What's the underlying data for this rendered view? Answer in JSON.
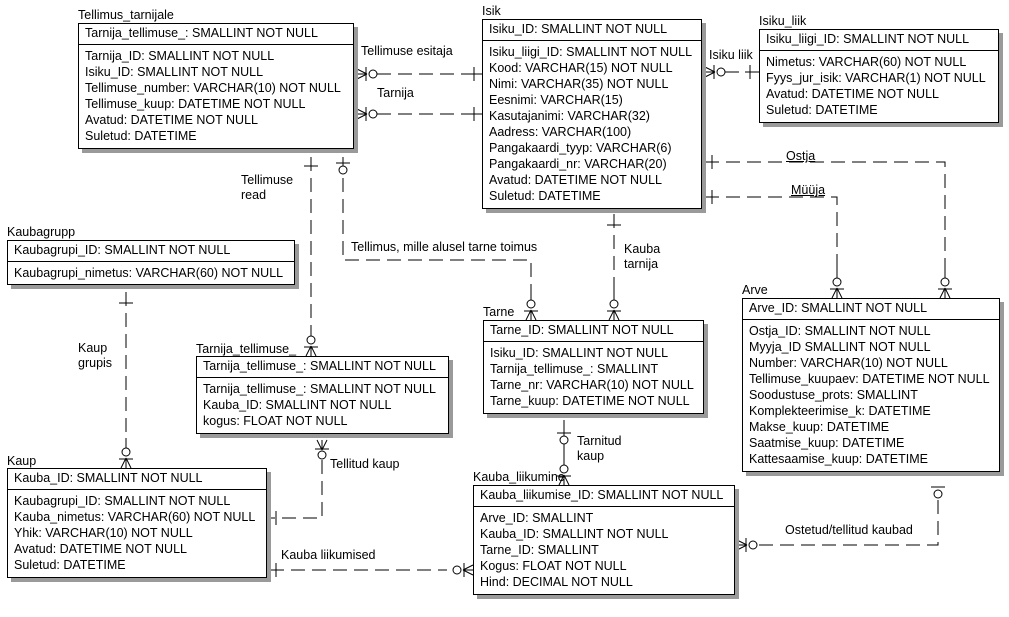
{
  "diagram_type": "Entity-Relationship diagram",
  "entities": {
    "tellimus_tarnijale": {
      "name": "Tellimus_tarnijale",
      "pk": "Tarnija_tellimuse_: SMALLINT NOT NULL",
      "attributes": [
        "Tarnija_ID: SMALLINT NOT NULL",
        "Isiku_ID: SMALLINT NOT NULL",
        "Tellimuse_number: VARCHAR(10) NOT NULL",
        "Tellimuse_kuup: DATETIME NOT NULL",
        "Avatud: DATETIME NOT NULL",
        "Suletud: DATETIME"
      ]
    },
    "isik": {
      "name": "Isik",
      "pk": "Isiku_ID: SMALLINT NOT NULL",
      "attributes": [
        "Isiku_liigi_ID: SMALLINT NOT NULL",
        "Kood: VARCHAR(15) NOT NULL",
        "Nimi: VARCHAR(35) NOT NULL",
        "Eesnimi: VARCHAR(15)",
        "Kasutajanimi: VARCHAR(32)",
        "Aadress: VARCHAR(100)",
        "Pangakaardi_tyyp: VARCHAR(6)",
        "Pangakaardi_nr: VARCHAR(20)",
        "Avatud: DATETIME NOT NULL",
        "Suletud: DATETIME"
      ]
    },
    "isiku_liik": {
      "name": "Isiku_liik",
      "pk": "Isiku_liigi_ID: SMALLINT NOT NULL",
      "attributes": [
        "Nimetus: VARCHAR(60) NOT NULL",
        "Fyys_jur_isik: VARCHAR(1) NOT NULL",
        "Avatud: DATETIME NOT NULL",
        "Suletud: DATETIME"
      ]
    },
    "kaubagrupp": {
      "name": "Kaubagrupp",
      "pk": "Kaubagrupi_ID: SMALLINT NOT NULL",
      "attributes": [
        "Kaubagrupi_nimetus: VARCHAR(60) NOT NULL"
      ]
    },
    "tarnija_tellimuse": {
      "name": "Tarnija_tellimuse_",
      "pk": "Tarnija_tellimuse_: SMALLINT NOT NULL",
      "attributes": [
        "Tarnija_tellimuse_: SMALLINT NOT NULL",
        "Kauba_ID: SMALLINT NOT NULL",
        "kogus: FLOAT NOT NULL"
      ]
    },
    "tarne": {
      "name": "Tarne",
      "pk": "Tarne_ID: SMALLINT NOT NULL",
      "attributes": [
        "Isiku_ID: SMALLINT NOT NULL",
        "Tarnija_tellimuse_: SMALLINT",
        "Tarne_nr: VARCHAR(10) NOT NULL",
        "Tarne_kuup: DATETIME NOT NULL"
      ]
    },
    "arve": {
      "name": "Arve",
      "pk": "Arve_ID: SMALLINT NOT NULL",
      "attributes": [
        "Ostja_ID: SMALLINT NOT NULL",
        "Myyja_ID SMALLINT NOT NULL",
        "Number: VARCHAR(10) NOT NULL",
        "Tellimuse_kuupaev: DATETIME NOT NULL",
        "Soodustuse_prots: SMALLINT",
        "Komplekteerimise_k: DATETIME",
        "Makse_kuup: DATETIME",
        "Saatmise_kuup: DATETIME",
        "Kattesaamise_kuup: DATETIME"
      ]
    },
    "kaup": {
      "name": "Kaup",
      "pk": "Kauba_ID: SMALLINT NOT NULL",
      "attributes": [
        "Kaubagrupi_ID: SMALLINT NOT NULL",
        "Kauba_nimetus: VARCHAR(60) NOT NULL",
        "Yhik: VARCHAR(10) NOT NULL",
        "Avatud: DATETIME NOT NULL",
        "Suletud: DATETIME"
      ]
    },
    "kauba_liikumine": {
      "name": "Kauba_liikumine",
      "pk": "Kauba_liikumise_ID: SMALLINT NOT NULL",
      "attributes": [
        "Arve_ID: SMALLINT",
        "Kauba_ID: SMALLINT NOT NULL",
        "Tarne_ID: SMALLINT",
        "Kogus: FLOAT NOT NULL",
        "Hind: DECIMAL NOT NULL"
      ]
    }
  },
  "relationships": {
    "tellimuse_esitaja": {
      "label": "Tellimuse esitaja",
      "from": "Isik",
      "to": "Tellimus_tarnijale"
    },
    "tarnija": {
      "label": "Tarnija",
      "from": "Isik",
      "to": "Tellimus_tarnijale"
    },
    "isiku_liik": {
      "label": "Isiku liik",
      "from": "Isiku_liik",
      "to": "Isik"
    },
    "ostja": {
      "label": "Ostja",
      "from": "Isik",
      "to": "Arve"
    },
    "myyja": {
      "label": "Müüja",
      "from": "Isik",
      "to": "Arve"
    },
    "tellimuse_read": {
      "label_line1": "Tellimuse",
      "label_line2": "read",
      "from": "Tellimus_tarnijale",
      "to": "Tarnija_tellimuse_"
    },
    "tellimus_tarne": {
      "label": "Tellimus, mille alusel tarne toimus",
      "from": "Tellimus_tarnijale",
      "to": "Tarne"
    },
    "kauba_tarnija": {
      "label_line1": "Kauba",
      "label_line2": "tarnija",
      "from": "Isik",
      "to": "Tarne"
    },
    "kaup_grupis": {
      "label_line1": "Kaup",
      "label_line2": "grupis",
      "from": "Kaubagrupp",
      "to": "Kaup"
    },
    "tellitud_kaup": {
      "label": "Tellitud kaup",
      "from": "Kaup",
      "to": "Tarnija_tellimuse_"
    },
    "tarnitud_kaup": {
      "label_line1": "Tarnitud",
      "label_line2": "kaup",
      "from": "Tarne",
      "to": "Kauba_liikumine"
    },
    "kauba_liikumised": {
      "label": "Kauba liikumised",
      "from": "Kaup",
      "to": "Kauba_liikumine"
    },
    "ostetud_tellitud": {
      "label": "Ostetud/tellitud kaubad",
      "from": "Arve",
      "to": "Kauba_liikumine"
    }
  }
}
